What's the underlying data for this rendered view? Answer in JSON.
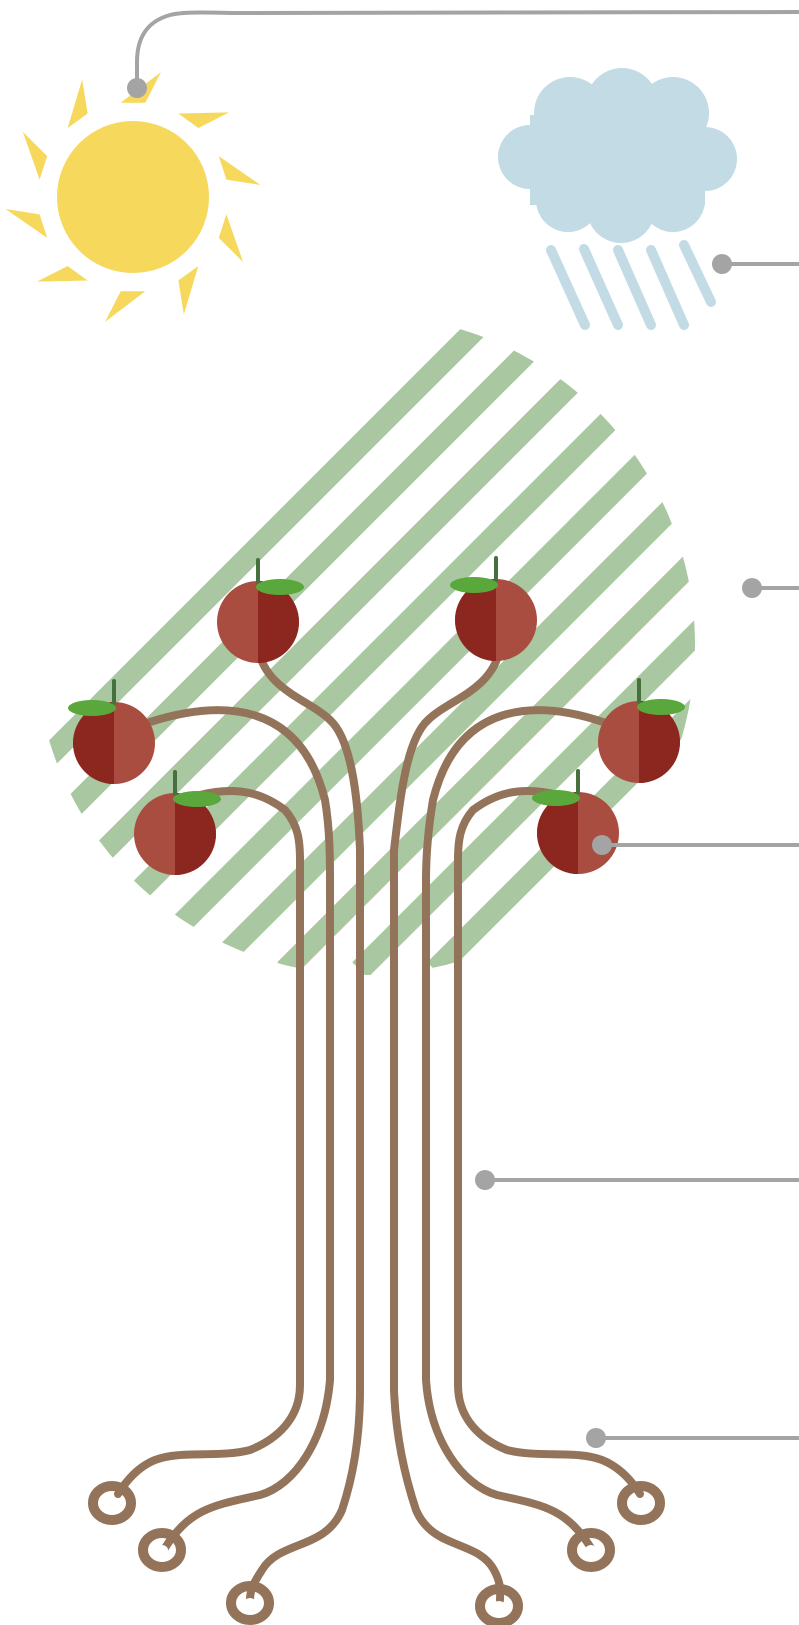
{
  "diagram": {
    "colors": {
      "background": "#ffffff",
      "sun": "#f6d85c",
      "cloud": "#c2dbe5",
      "rain": "#c2dbe5",
      "canopy_stripe": "#a9c8a1",
      "apple_dark": "#8c2720",
      "apple_light": "#a84d40",
      "leaf": "#5aa83b",
      "stem": "#46713e",
      "branch": "#93745a",
      "callout": "#a4a4a4"
    },
    "elements": [
      {
        "id": "sun",
        "icon": "sun-icon"
      },
      {
        "id": "rain-cloud",
        "icon": "rain-cloud-icon"
      },
      {
        "id": "tree-canopy",
        "icon": "leaves-icon"
      },
      {
        "id": "apples",
        "icon": "apple-icon",
        "count": 6
      },
      {
        "id": "trunk",
        "icon": "trunk-icon"
      },
      {
        "id": "roots",
        "icon": "root-icon",
        "count": 6
      }
    ],
    "callouts": [
      "sun",
      "rain-cloud",
      "tree-canopy",
      "apples",
      "trunk",
      "roots"
    ]
  }
}
